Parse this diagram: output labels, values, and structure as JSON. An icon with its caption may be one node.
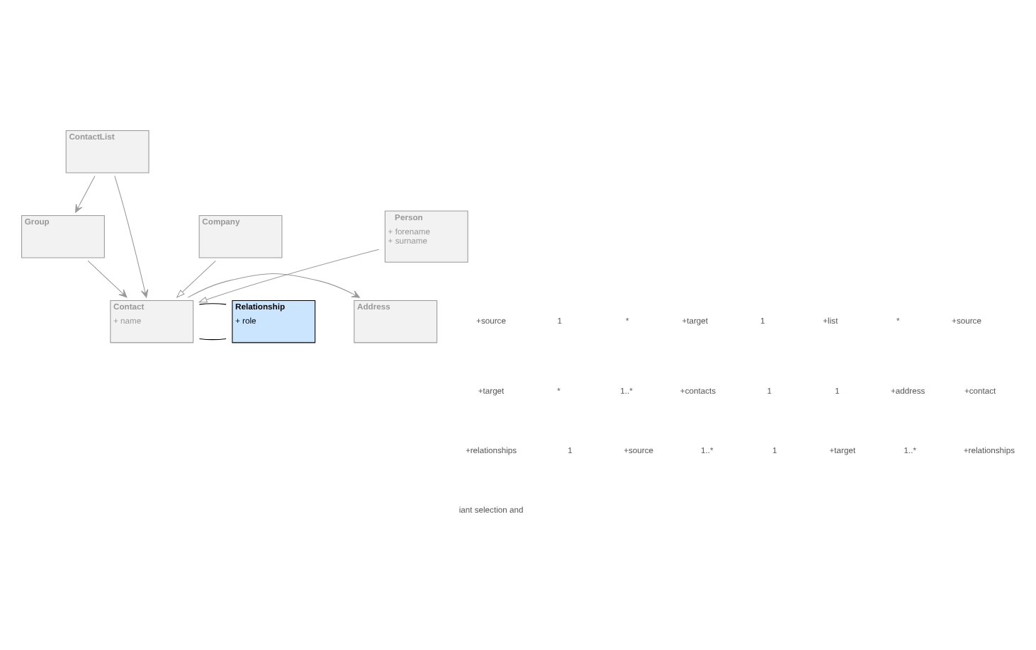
{
  "diagram": {
    "nodes": [
      {
        "text": [
          "ContactList"
        ]
      },
      {
        "text": [
          "Group"
        ]
      },
      {
        "text": [
          "Contact",
          "+ name"
        ]
      },
      {
        "text": [
          "Address"
        ]
      },
      {
        "text": [
          "Relationship",
          "+ role"
        ]
      },
      {
        "text": [
          "Person",
          "+ forename",
          "+ surname"
        ]
      },
      {
        "text": [
          "Company"
        ]
      }
    ],
    "edges": [
      {
        "from": 0,
        "to": 1,
        "arrow": "to"
      },
      {
        "from": 0,
        "to": 2,
        "arrow": "to"
      },
      {
        "from": 1,
        "to": 2,
        "arrow": "to"
      },
      {
        "from": 2,
        "to": 3,
        "arrow": "to"
      },
      {
        "from": 2,
        "to": 4,
        "arrow": "none",
        "color": "#000000"
      },
      {
        "from": 2,
        "to": 4,
        "arrow": "none",
        "color": "#000000"
      },
      {
        "from": 5,
        "to": 2,
        "arrow": "to"
      },
      {
        "from": 6,
        "to": 2,
        "arrow": "to"
      }
    ],
    "labels": [
      "+source",
      "1",
      "*",
      "+target",
      "1",
      "+list",
      "*",
      "+source",
      "+target",
      "*",
      "1..*",
      "+contacts",
      "1",
      "1",
      "+address",
      "+contact",
      "+relationships",
      "1",
      "+source",
      "1..*",
      "1",
      "+target",
      "1..*",
      "+relationships",
      "iant selection and"
    ]
  }
}
